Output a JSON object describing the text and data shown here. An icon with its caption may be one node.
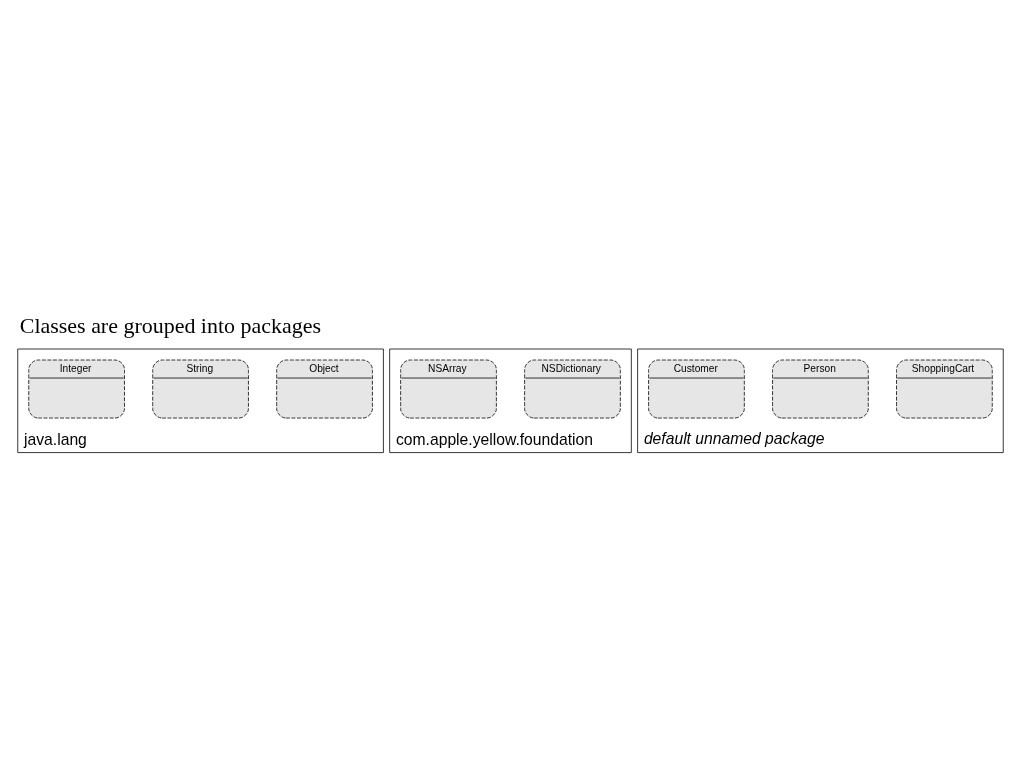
{
  "diagram": {
    "title": "Classes are grouped into packages",
    "nodes": [
      {
        "text": [
          "java.lang"
        ]
      },
      {
        "text": [
          "Object"
        ],
        "in": 0
      },
      {
        "text": [
          "String"
        ],
        "in": 0
      },
      {
        "text": [
          "Integer"
        ],
        "in": 0
      },
      {
        "text": [
          "com.apple.yellow.foundation"
        ]
      },
      {
        "text": [
          "NSDictionary"
        ],
        "in": 4
      },
      {
        "text": [
          "NSArray"
        ],
        "in": 4
      },
      {
        "text": [
          "default unnamed package"
        ]
      },
      {
        "text": [
          "ShoppingCart"
        ],
        "in": 7
      },
      {
        "text": [
          "Person"
        ],
        "in": 7
      },
      {
        "text": [
          "Customer"
        ],
        "in": 7
      }
    ],
    "edges": []
  }
}
